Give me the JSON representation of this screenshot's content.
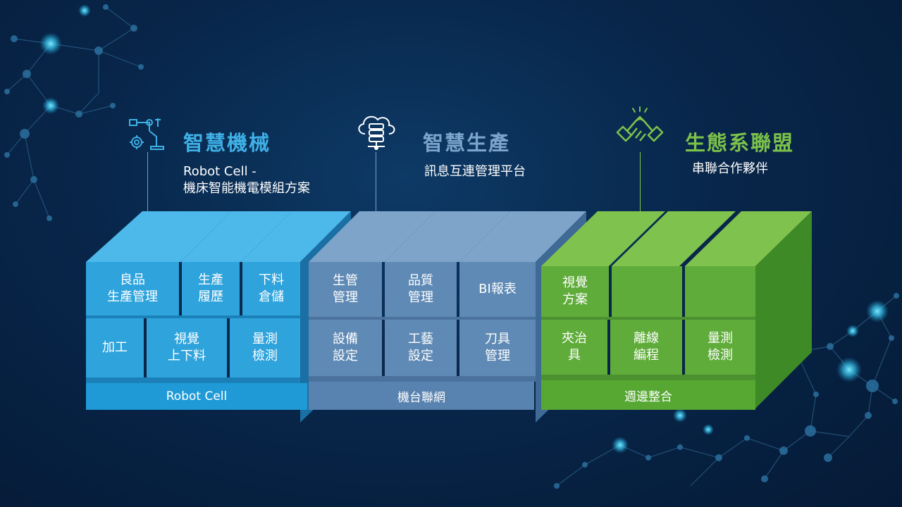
{
  "colors": {
    "blue_accent": "#3fb0e6",
    "slate_accent": "#7ca4cc",
    "green_accent": "#7cc24a"
  },
  "smart_machinery": {
    "title": "智慧機械",
    "subtitle_line1": "Robot Cell  -",
    "subtitle_line2": "機床智能機電模組方案",
    "icon": "robot-arm-icon",
    "cells_top": [
      {
        "line1": "良品",
        "line2": "生產管理"
      },
      {
        "line1": "生產",
        "line2": "履歷"
      },
      {
        "line1": "下料",
        "line2": "倉儲"
      }
    ],
    "cells_bottom": [
      {
        "line1": "加工",
        "line2": ""
      },
      {
        "line1": "視覺",
        "line2": "上下料"
      },
      {
        "line1": "量測",
        "line2": "檢測"
      }
    ],
    "base_label": "Robot Cell"
  },
  "smart_production": {
    "title": "智慧生產",
    "subtitle": "訊息互連管理平台",
    "icon": "cloud-server-icon",
    "cells_top": [
      {
        "line1": "生管",
        "line2": "管理"
      },
      {
        "line1": "品質",
        "line2": "管理"
      },
      {
        "line1": "BI報表",
        "line2": ""
      }
    ],
    "cells_bottom": [
      {
        "line1": "設備",
        "line2": "設定"
      },
      {
        "line1": "工藝",
        "line2": "設定"
      },
      {
        "line1": "刀具",
        "line2": "管理"
      }
    ],
    "base_label": "機台聯網"
  },
  "ecosystem_alliance": {
    "title": "生態系聯盟",
    "subtitle": "串聯合作夥伴",
    "icon": "handshake-icon",
    "cells_top": [
      {
        "line1": "視覺",
        "line2": "方案"
      },
      {
        "line1": "",
        "line2": ""
      },
      {
        "line1": "",
        "line2": ""
      }
    ],
    "cells_bottom": [
      {
        "line1": "夾治",
        "line2": "具"
      },
      {
        "line1": "離線",
        "line2": "編程"
      },
      {
        "line1": "量測",
        "line2": "檢測"
      }
    ],
    "base_label": "週邊整合"
  }
}
